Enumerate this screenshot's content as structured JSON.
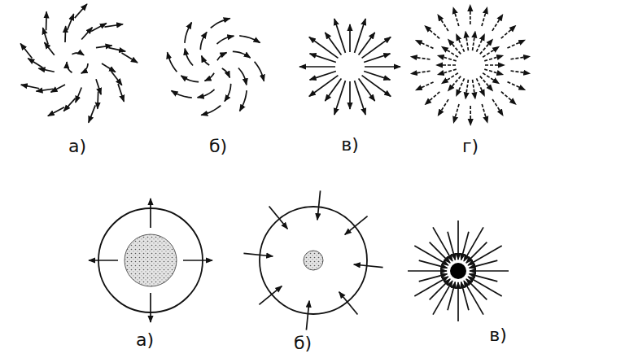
{
  "diagram": {
    "labels": [
      "а)",
      "б)",
      "в)",
      "г)",
      "а)",
      "б)",
      "в)"
    ]
  }
}
